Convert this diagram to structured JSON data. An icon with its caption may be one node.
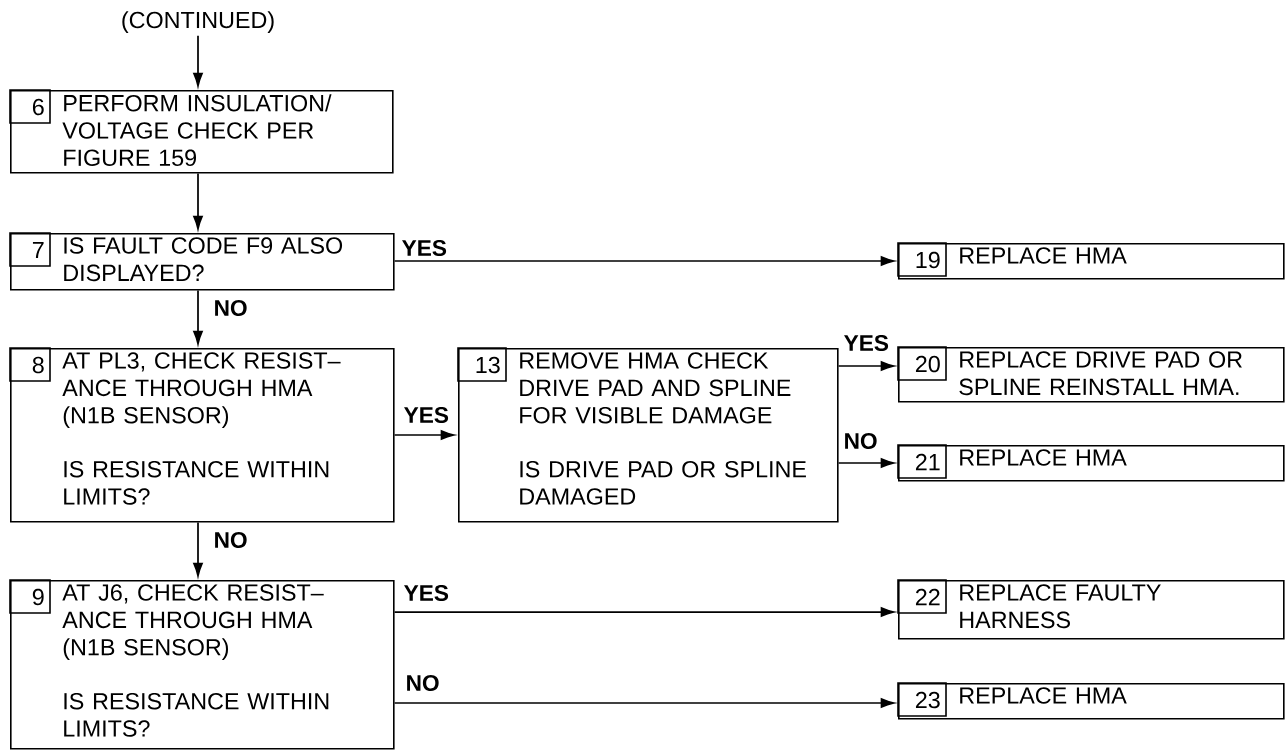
{
  "diagram": {
    "nodes": [
      {
        "text": [
          "(CONTINUED)"
        ]
      },
      {
        "text": [
          "6",
          "PERFORM INSULATION/ VOLTAGE CHECK PER FIGURE 159"
        ]
      },
      {
        "text": [
          "7",
          "IS FAULT CODE F9 ALSO DISPLAYED?"
        ]
      },
      {
        "text": [
          "19",
          "REPLACE HMA"
        ]
      },
      {
        "text": [
          "8",
          "AT PL3, CHECK RESIST– ANCE THROUGH HMA (N1B SENSOR)",
          "IS RESISTANCE WITHIN LIMITS?"
        ]
      },
      {
        "text": [
          "13",
          "REMOVE HMA CHECK DRIVE PAD AND SPLINE FOR VISIBLE DAMAGE",
          "IS DRIVE PAD OR SPLINE DAMAGED"
        ]
      },
      {
        "text": [
          "20",
          "REPLACE DRIVE PAD OR SPLINE REINSTALL HMA."
        ]
      },
      {
        "text": [
          "21",
          "REPLACE HMA"
        ]
      },
      {
        "text": [
          "9",
          "AT J6, CHECK RESIST– ANCE THROUGH HMA (N1B SENSOR)",
          "IS RESISTANCE WITHIN LIMITS?"
        ]
      },
      {
        "text": [
          "22",
          "REPLACE FAULTY HARNESS"
        ]
      },
      {
        "text": [
          "23",
          "REPLACE HMA"
        ]
      }
    ],
    "edges": [
      {
        "from": 0,
        "to": 1,
        "arrow": "to"
      },
      {
        "from": 1,
        "to": 2,
        "arrow": "to"
      },
      {
        "from": 2,
        "to": 3,
        "arrow": "to",
        "label": "YES"
      },
      {
        "from": 2,
        "to": 4,
        "arrow": "to",
        "label": "NO"
      },
      {
        "from": 4,
        "to": 5,
        "arrow": "to",
        "label": "YES"
      },
      {
        "from": 5,
        "to": 6,
        "arrow": "to",
        "label": "YES"
      },
      {
        "from": 5,
        "to": 7,
        "arrow": "to",
        "label": "NO"
      },
      {
        "from": 4,
        "to": 8,
        "arrow": "to",
        "label": "NO"
      },
      {
        "from": 8,
        "to": 9,
        "arrow": "to",
        "label": "YES"
      },
      {
        "from": 8,
        "to": 10,
        "arrow": "to",
        "label": "NO"
      }
    ]
  }
}
